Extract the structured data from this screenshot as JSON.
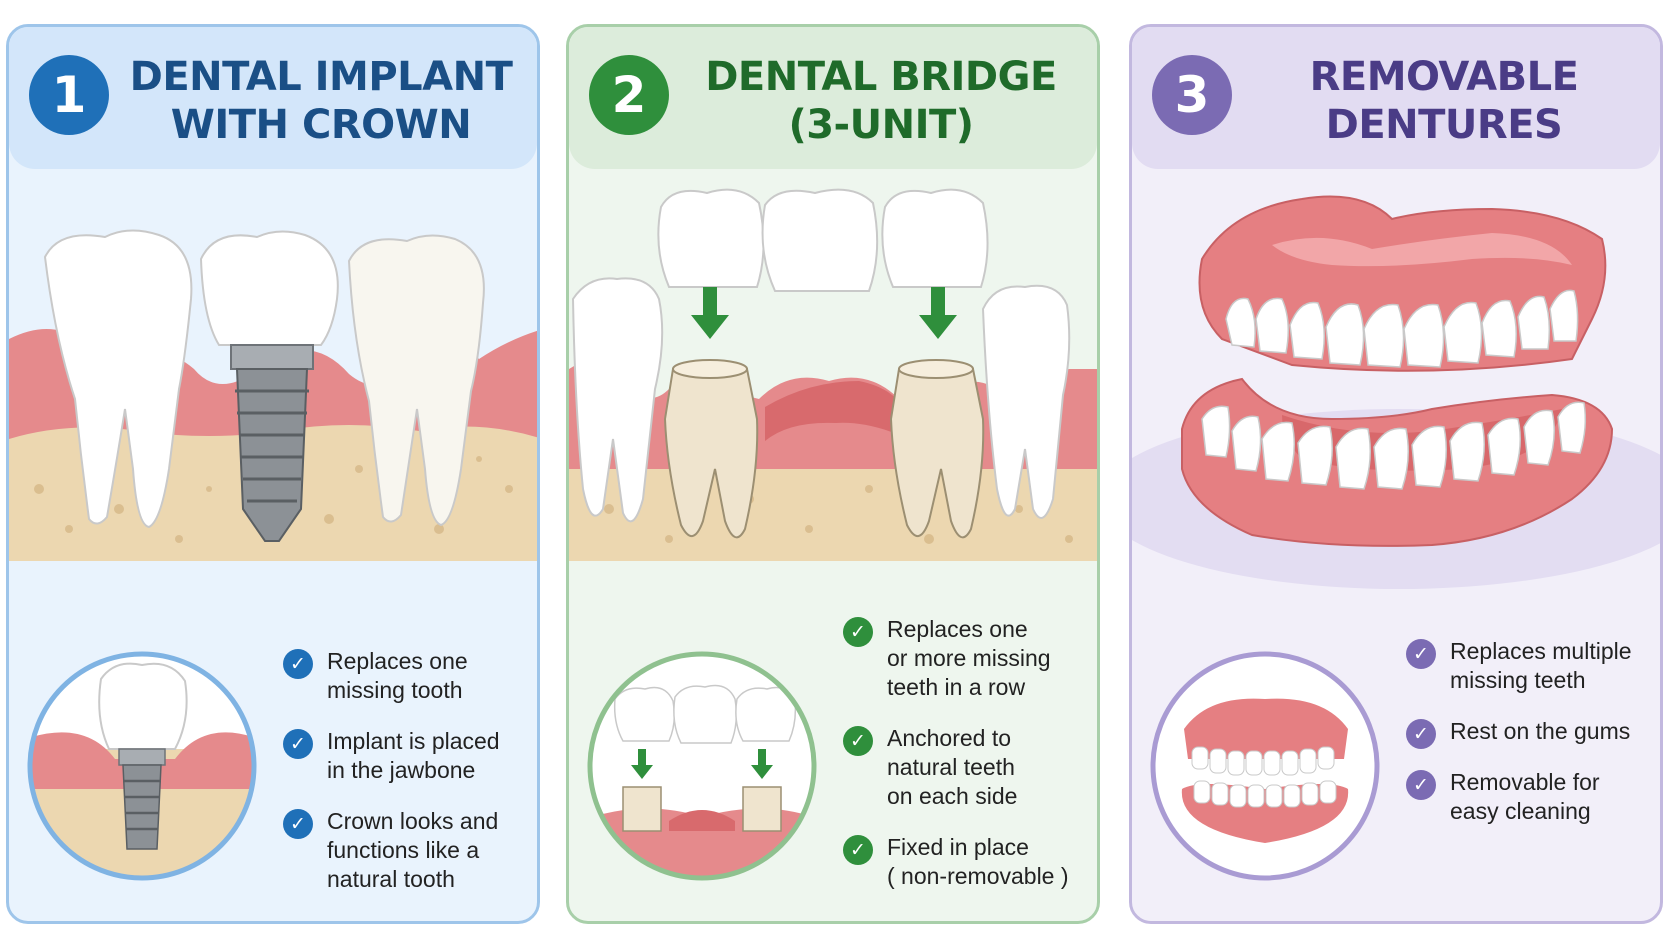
{
  "colors": {
    "blue": "#1f70b8",
    "green": "#2f8f3c",
    "purple": "#7b6bb3",
    "gum": "#e58a8c",
    "bone": "#ecd7b0",
    "tooth": "#ffffff",
    "titanium": "#8c9196"
  },
  "panels": [
    {
      "number": "1",
      "title_lines": [
        "DENTAL IMPLANT",
        "WITH CROWN"
      ],
      "illustration": "dental-implant-illustration",
      "features": [
        {
          "lines": [
            "Replaces one",
            "missing tooth"
          ]
        },
        {
          "lines": [
            "Implant is placed",
            "in the jawbone"
          ]
        },
        {
          "lines": [
            "Crown looks and",
            "functions like a",
            "natural tooth"
          ]
        }
      ]
    },
    {
      "number": "2",
      "title_lines": [
        "DENTAL BRIDGE",
        "(3-UNIT)"
      ],
      "illustration": "dental-bridge-illustration",
      "features": [
        {
          "lines": [
            "Replaces one",
            "or more missing",
            "teeth in a row"
          ]
        },
        {
          "lines": [
            "Anchored to",
            "natural teeth",
            "on each side"
          ]
        },
        {
          "lines": [
            "Fixed in place",
            "( non-removable )"
          ]
        }
      ]
    },
    {
      "number": "3",
      "title_lines": [
        "REMOVABLE",
        "DENTURES"
      ],
      "illustration": "dentures-illustration",
      "features": [
        {
          "lines": [
            "Replaces multiple",
            "missing teeth"
          ]
        },
        {
          "lines": [
            "Rest on the gums"
          ]
        },
        {
          "lines": [
            "Removable for",
            "easy cleaning"
          ]
        }
      ]
    }
  ]
}
